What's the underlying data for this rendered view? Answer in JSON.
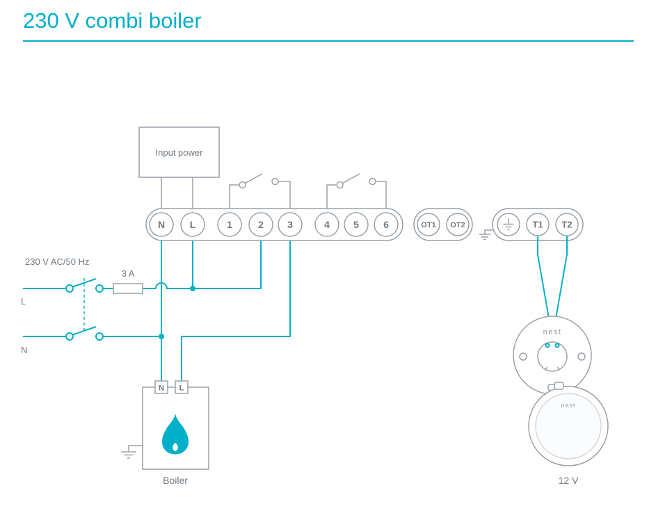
{
  "title": "230 V combi boiler",
  "colors": {
    "accent": "#00b0c8",
    "line_gray": "#99a1a8",
    "text_gray": "#717b83"
  },
  "labels": {
    "input_power": "Input power",
    "supply": "230 V AC/50 Hz",
    "fuse": "3 A",
    "live": "L",
    "neutral": "N",
    "boiler": "Boiler",
    "boiler_terminal_n": "N",
    "boiler_terminal_l": "L",
    "stand_wordmark": "nest",
    "display_wordmark": "nest",
    "thermostat_voltage": "12 V"
  },
  "terminals": {
    "main": [
      "N",
      "L",
      "1",
      "2",
      "3",
      "4",
      "5",
      "6"
    ],
    "opentherm": [
      "OT1",
      "OT2"
    ],
    "thermostat": [
      "T1",
      "T2"
    ]
  }
}
